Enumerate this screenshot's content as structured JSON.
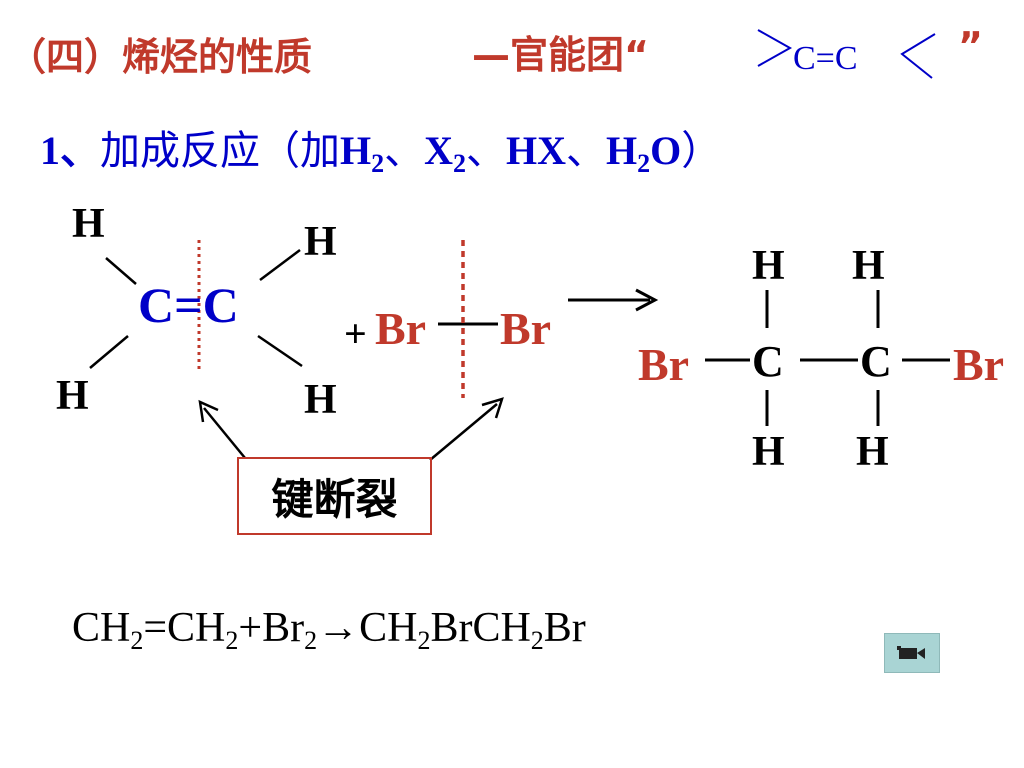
{
  "title": {
    "heading": "（四）烯烃的性质",
    "functional_group_prefix": "—官能团",
    "quote_open": "“",
    "quote_close": "”",
    "functional_group": "C=C"
  },
  "line1": {
    "number": "1、",
    "text": "加成反应（加",
    "h2": "H",
    "sep1": "、",
    "x2": "X",
    "sep2": "、",
    "hx": "HX",
    "sep3": "、",
    "h2o_h": "H",
    "h2o_o": "O",
    "close": "）",
    "sub2": "2"
  },
  "ethylene": {
    "h_top_left": "H",
    "h_top_right": "H",
    "h_bottom_left": "H",
    "h_bottom_right": "H",
    "core": "C=C"
  },
  "bromine": {
    "plus": "+",
    "br_left": "Br",
    "br_right": "Br"
  },
  "product": {
    "br_left": "Br",
    "c_left": "C",
    "c_right": "C",
    "br_right": "Br",
    "h_top_left": "H",
    "h_top_right": "H",
    "h_bottom_left": "H",
    "h_bottom_right": "H"
  },
  "bond_break_label": "键断裂",
  "equation": {
    "p1": "CH",
    "s1": "2",
    "p2": "=CH",
    "s2": "2",
    "p3": "+Br",
    "s3": "2",
    "p4": "→CH",
    "s4": "2",
    "p5": "BrCH",
    "s5": "2",
    "p6": "Br"
  },
  "media_button": {
    "icon": "video-camera-icon",
    "color": "#a9d4d4"
  },
  "colors": {
    "red": "#c0392b",
    "blue": "#0000c8",
    "black": "#000000"
  }
}
